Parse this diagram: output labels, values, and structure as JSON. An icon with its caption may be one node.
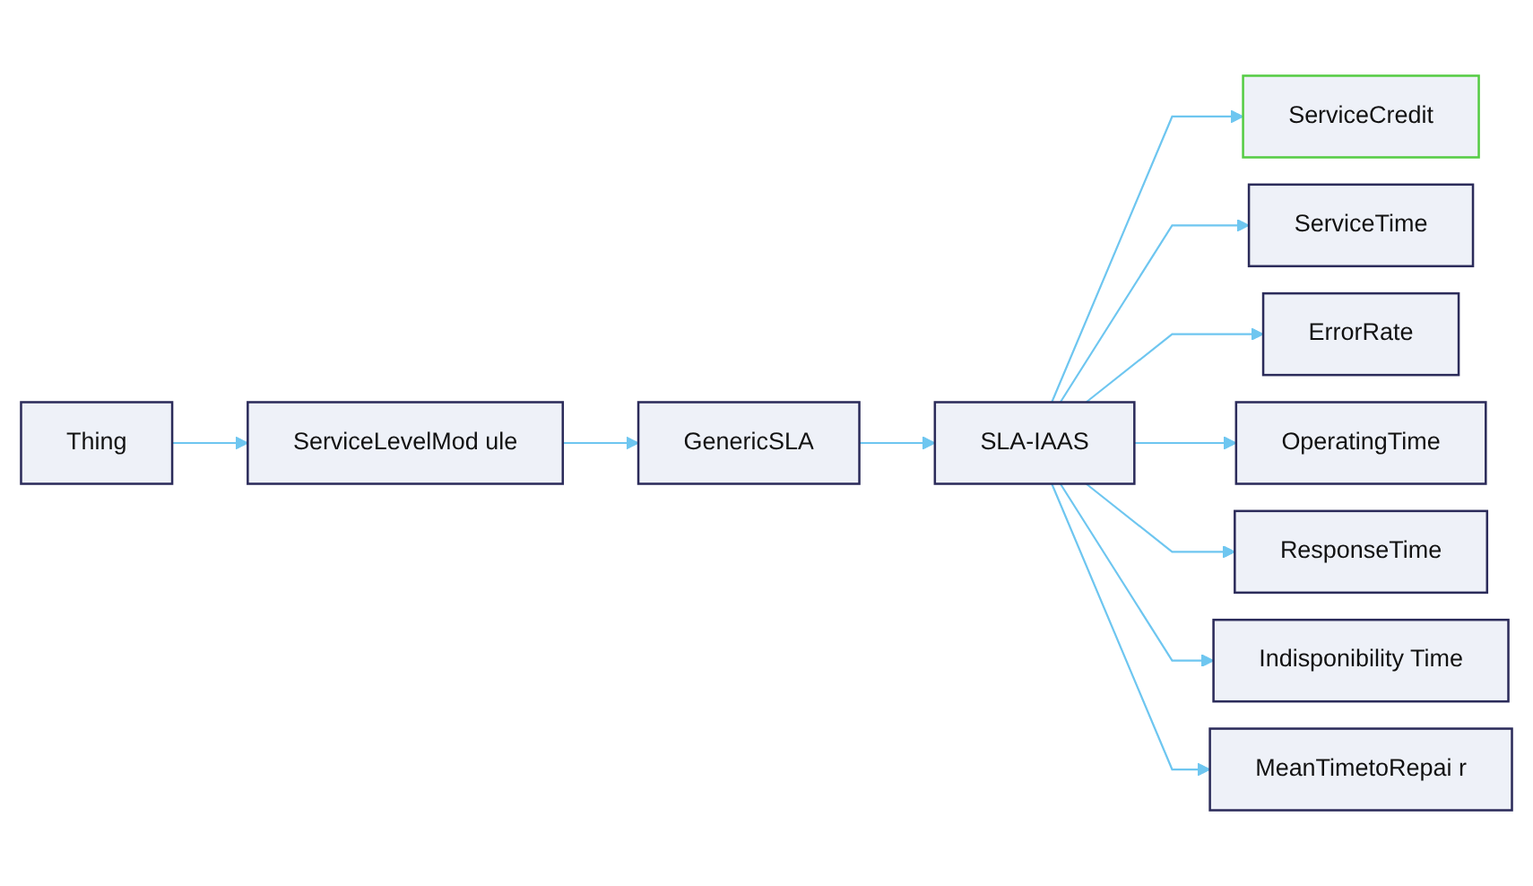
{
  "diagram": {
    "nodes": [
      {
        "text": [
          "Thing"
        ]
      },
      {
        "text": [
          "ServiceLevelMod ule"
        ]
      },
      {
        "text": [
          "GenericSLA"
        ]
      },
      {
        "text": [
          "SLA-IAAS"
        ]
      },
      {
        "text": [
          "ServiceCredit"
        ]
      },
      {
        "text": [
          "ServiceTime"
        ]
      },
      {
        "text": [
          "ErrorRate"
        ]
      },
      {
        "text": [
          "OperatingTime"
        ]
      },
      {
        "text": [
          "ResponseTime"
        ]
      },
      {
        "text": [
          "Indisponibility Time"
        ]
      },
      {
        "text": [
          "MeanTimetoRepai r"
        ]
      }
    ],
    "edges": [
      {
        "from": 0,
        "to": 1,
        "arrow": "to"
      },
      {
        "from": 1,
        "to": 2,
        "arrow": "to"
      },
      {
        "from": 2,
        "to": 3,
        "arrow": "to"
      },
      {
        "from": 3,
        "to": 4,
        "arrow": "to"
      },
      {
        "from": 3,
        "to": 5,
        "arrow": "to"
      },
      {
        "from": 3,
        "to": 6,
        "arrow": "to"
      },
      {
        "from": 3,
        "to": 7,
        "arrow": "to"
      },
      {
        "from": 3,
        "to": 8,
        "arrow": "to"
      },
      {
        "from": 3,
        "to": 9,
        "arrow": "to"
      },
      {
        "from": 3,
        "to": 10,
        "arrow": "to"
      }
    ]
  }
}
